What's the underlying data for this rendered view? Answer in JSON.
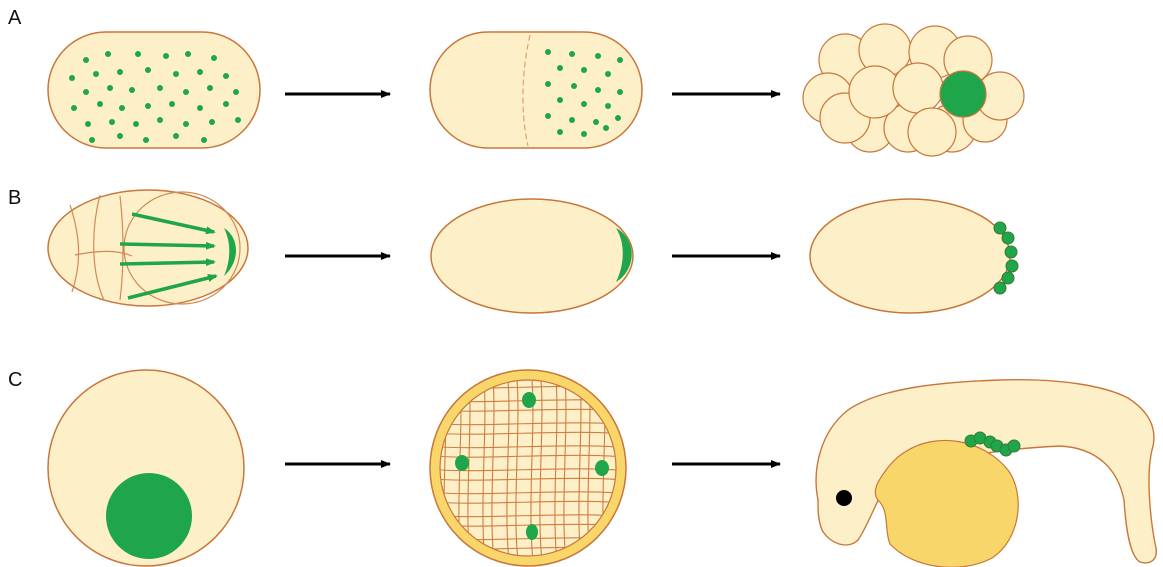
{
  "rows": [
    {
      "label": "A"
    },
    {
      "label": "B"
    },
    {
      "label": "C"
    }
  ],
  "colors": {
    "cytoplasm": "#fdf0c8",
    "outline": "#c8773a",
    "germ_plasm": "#1fa54a",
    "yolk": "#f9d66a",
    "arrow": "#000000",
    "eye": "#000000"
  }
}
